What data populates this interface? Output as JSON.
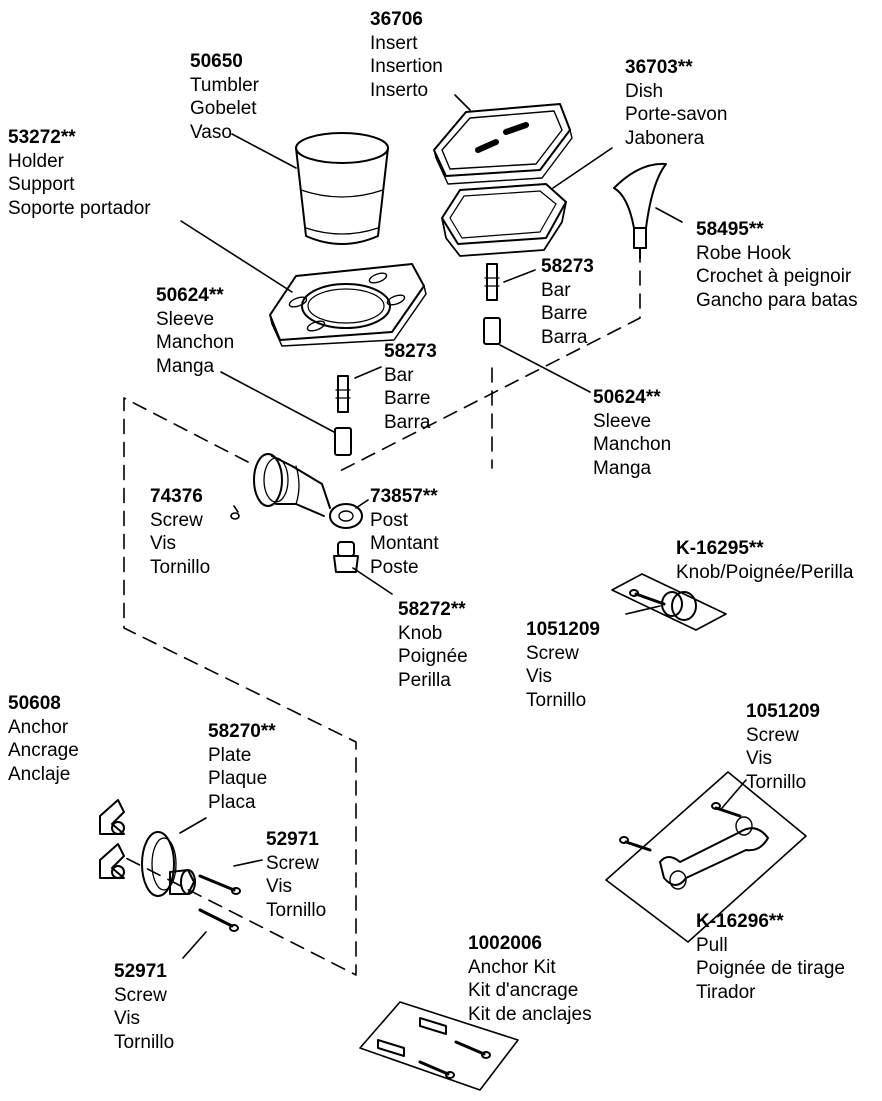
{
  "parts": {
    "insert": {
      "number": "36706",
      "names": [
        "Insert",
        "Insertion",
        "Inserto"
      ]
    },
    "tumbler": {
      "number": "50650",
      "names": [
        "Tumbler",
        "Gobelet",
        "Vaso"
      ]
    },
    "dish": {
      "number": "36703**",
      "names": [
        "Dish",
        "Porte-savon",
        "Jabonera"
      ]
    },
    "holder": {
      "number": "53272**",
      "names": [
        "Holder",
        "Support",
        "Soporte portador"
      ]
    },
    "robe_hook": {
      "number": "58495**",
      "names": [
        "Robe Hook",
        "Crochet à peignoir",
        "Gancho para batas"
      ]
    },
    "bar_right": {
      "number": "58273",
      "names": [
        "Bar",
        "Barre",
        "Barra"
      ]
    },
    "sleeve_left": {
      "number": "50624**",
      "names": [
        "Sleeve",
        "Manchon",
        "Manga"
      ]
    },
    "bar_left": {
      "number": "58273",
      "names": [
        "Bar",
        "Barre",
        "Barra"
      ]
    },
    "sleeve_right": {
      "number": "50624**",
      "names": [
        "Sleeve",
        "Manchon",
        "Manga"
      ]
    },
    "screw_74376": {
      "number": "74376",
      "names": [
        "Screw",
        "Vis",
        "Tornillo"
      ]
    },
    "post": {
      "number": "73857**",
      "names": [
        "Post",
        "Montant",
        "Poste"
      ]
    },
    "knob": {
      "number": "58272**",
      "names": [
        "Knob",
        "Poignée",
        "Perilla"
      ]
    },
    "knob_kit": {
      "number": "K-16295**",
      "names": [
        "Knob/Poignée/Perilla"
      ]
    },
    "screw_knob": {
      "number": "1051209",
      "names": [
        "Screw",
        "Vis",
        "Tornillo"
      ]
    },
    "anchor": {
      "number": "50608",
      "names": [
        "Anchor",
        "Ancrage",
        "Anclaje"
      ]
    },
    "plate": {
      "number": "58270**",
      "names": [
        "Plate",
        "Plaque",
        "Placa"
      ]
    },
    "screw_pull": {
      "number": "1051209",
      "names": [
        "Screw",
        "Vis",
        "Tornillo"
      ]
    },
    "screw_upper": {
      "number": "52971",
      "names": [
        "Screw",
        "Vis",
        "Tornillo"
      ]
    },
    "pull": {
      "number": "K-16296**",
      "names": [
        "Pull",
        "Poignée de tirage",
        "Tirador"
      ]
    },
    "screw_lower": {
      "number": "52971",
      "names": [
        "Screw",
        "Vis",
        "Tornillo"
      ]
    },
    "anchor_kit": {
      "number": "1002006",
      "names": [
        "Anchor Kit",
        "Kit d'ancrage",
        "Kit de anclajes"
      ]
    }
  }
}
